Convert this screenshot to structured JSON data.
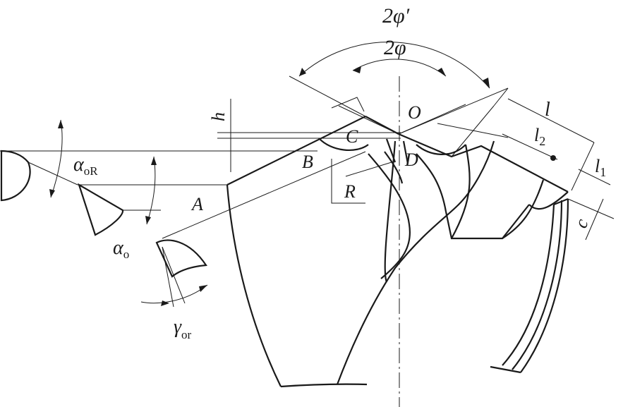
{
  "labels": {
    "angle_2phi_prime": "2φ′",
    "angle_2phi": "2φ",
    "O": "O",
    "C": "C",
    "B": "B",
    "D": "D",
    "A": "A",
    "R": "R",
    "h": "h",
    "l": "l",
    "l1_main": "l",
    "l1_sub": "1",
    "l2_main": "l",
    "l2_sub": "2",
    "c": "c",
    "alpha_oR_main": "α",
    "alpha_oR_sub": "oR",
    "alpha_o_main": "α",
    "alpha_o_sub": "o",
    "gamma_or_main": "γ",
    "gamma_or_sub": "or"
  }
}
